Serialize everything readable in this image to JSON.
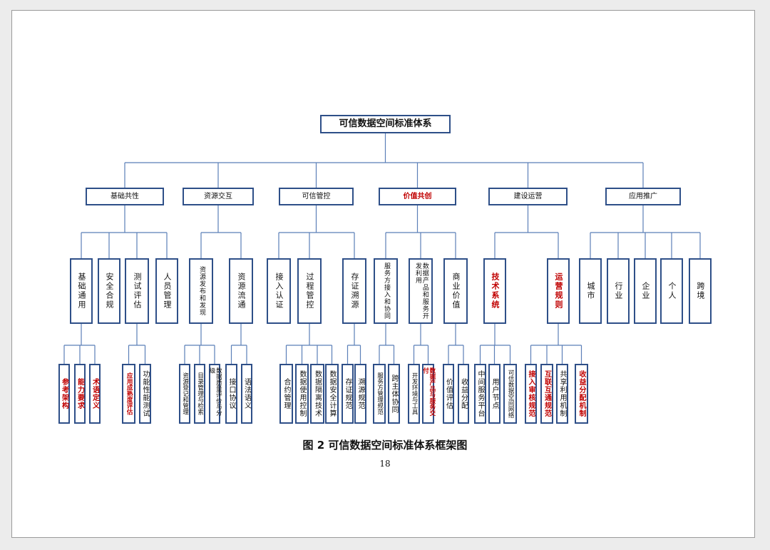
{
  "root": "可信数据空间标准体系",
  "branches": [
    {
      "label": "基础共性",
      "red": false,
      "children": [
        {
          "label": "基础通用",
          "red": false,
          "children": [
            {
              "label": "参考架构",
              "red": true
            },
            {
              "label": "能力要求",
              "red": true
            },
            {
              "label": "术语定义",
              "red": true
            }
          ]
        },
        {
          "label": "安全合规",
          "red": false,
          "children": []
        },
        {
          "label": "测试评估",
          "red": false,
          "children": [
            {
              "label": "应用成熟度评估",
              "red": true
            },
            {
              "label": "功能性能测试",
              "red": false
            }
          ]
        },
        {
          "label": "人员管理",
          "red": false,
          "children": []
        }
      ]
    },
    {
      "label": "资源交互",
      "red": false,
      "children": [
        {
          "label": "资源发布和发现",
          "red": false,
          "children": [
            {
              "label": "资源登记和管理",
              "red": false
            },
            {
              "label": "目录管理与检索",
              "red": false
            },
            {
              "label": "数据质量评价与分级",
              "red": false
            }
          ]
        },
        {
          "label": "资源流通",
          "red": false,
          "children": [
            {
              "label": "接口协议",
              "red": false
            },
            {
              "label": "语法语义",
              "red": false
            }
          ]
        }
      ]
    },
    {
      "label": "可信管控",
      "red": false,
      "children": [
        {
          "label": "接入认证",
          "red": false,
          "children": []
        },
        {
          "label": "过程管控",
          "red": false,
          "children": [
            {
              "label": "合约管理",
              "red": false
            },
            {
              "label": "数据使用控制",
              "red": false
            },
            {
              "label": "数据隔离技术",
              "red": false
            },
            {
              "label": "数据安全计算",
              "red": false
            }
          ]
        },
        {
          "label": "存证溯源",
          "red": false,
          "children": [
            {
              "label": "存证规范",
              "red": false
            },
            {
              "label": "溯源规范",
              "red": false
            }
          ]
        }
      ]
    },
    {
      "label": "价值共创",
      "red": true,
      "children": [
        {
          "label": "服务方接入和协同",
          "red": false,
          "children": [
            {
              "label": "服务方管理规范",
              "red": false
            },
            {
              "label": "跨主体协同",
              "red": false
            }
          ]
        },
        {
          "label": "数据产品和服务开发利用",
          "red": false,
          "children": [
            {
              "label": "开发环境与工具",
              "red": false
            },
            {
              "label": "数据产品与服务交付",
              "red": true
            }
          ]
        },
        {
          "label": "商业价值",
          "red": false,
          "children": [
            {
              "label": "价值评估",
              "red": false
            },
            {
              "label": "收益分配",
              "red": false
            }
          ]
        }
      ]
    },
    {
      "label": "建设运营",
      "red": false,
      "children": [
        {
          "label": "技术系统",
          "red": true,
          "children": [
            {
              "label": "中间服务平台",
              "red": false
            },
            {
              "label": "用户节点",
              "red": false
            },
            {
              "label": "可信数据空间网络",
              "red": false
            }
          ]
        },
        {
          "label": "运营规则",
          "red": true,
          "children": [
            {
              "label": "接入审核规范",
              "red": true
            },
            {
              "label": "互联互通规范",
              "red": true
            },
            {
              "label": "共享利用机制",
              "red": false
            },
            {
              "label": "收益分配机制",
              "red": true
            }
          ]
        }
      ]
    },
    {
      "label": "应用推广",
      "red": false,
      "children": [
        {
          "label": "城市",
          "red": false,
          "children": []
        },
        {
          "label": "行业",
          "red": false,
          "children": []
        },
        {
          "label": "企业",
          "red": false,
          "children": []
        },
        {
          "label": "个人",
          "red": false,
          "children": []
        },
        {
          "label": "跨境",
          "red": false,
          "children": []
        }
      ]
    }
  ],
  "caption": "图 2 可信数据空间标准体系框架图",
  "page_number": "18",
  "colors": {
    "border": "#2e4f88",
    "connector": "#5b7fb8",
    "emphasis": "#c00000"
  }
}
